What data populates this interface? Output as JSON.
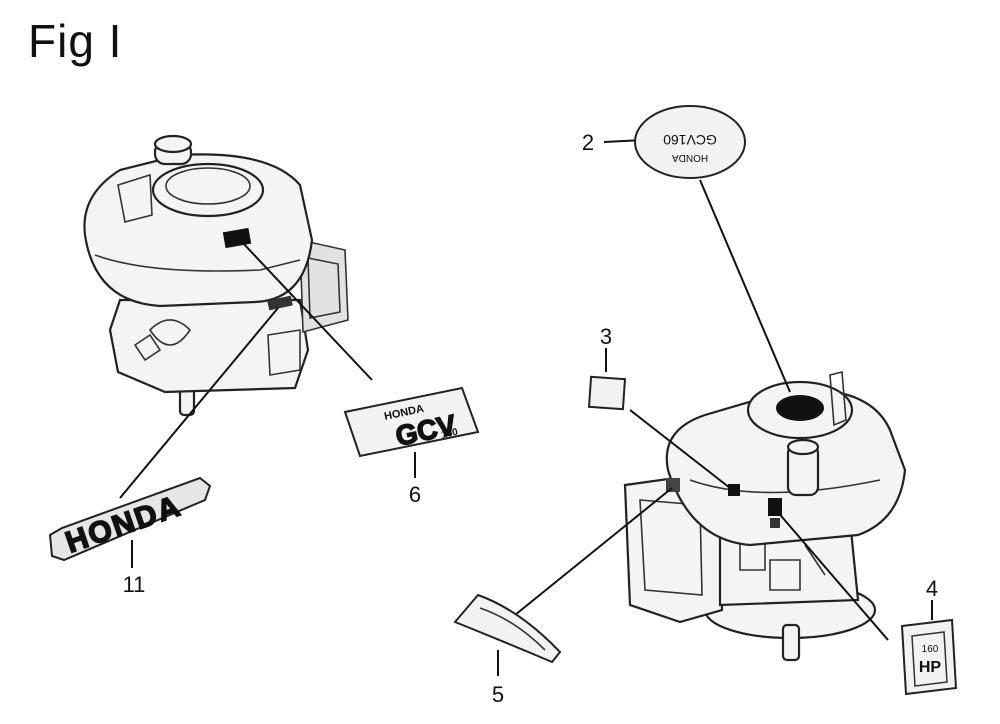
{
  "figure": {
    "title": "Fig I"
  },
  "callouts": [
    {
      "id": "2",
      "text": "2"
    },
    {
      "id": "3",
      "text": "3"
    },
    {
      "id": "4",
      "text": "4"
    },
    {
      "id": "5",
      "text": "5"
    },
    {
      "id": "6",
      "text": "6"
    },
    {
      "id": "11",
      "text": "11"
    }
  ],
  "labels": {
    "honda_strip": "HONDA",
    "gcv_plate_top": "HONDA",
    "gcv_plate_main": "GCV",
    "gcv_plate_sub": "160",
    "cap_label_line1": "HONDA",
    "cap_label_line2": "GCV160",
    "hp_label_line1": "160",
    "hp_label_line2": "HP"
  }
}
